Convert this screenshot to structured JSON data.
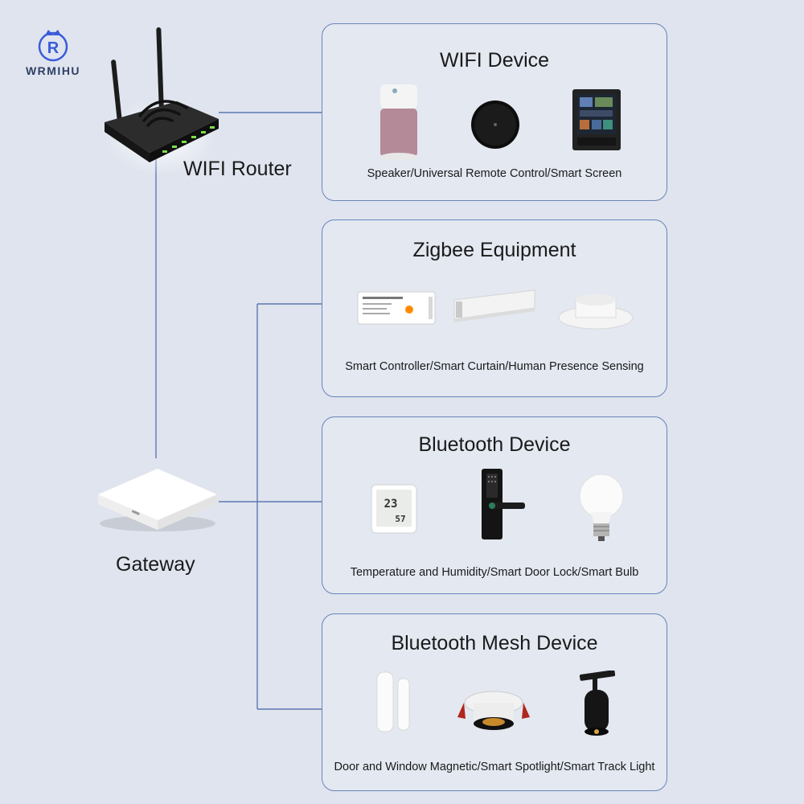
{
  "brand": {
    "name": "WRMIHU"
  },
  "nodes": {
    "router": {
      "label": "WIFI Router",
      "icon": "wifi-router-icon"
    },
    "gateway": {
      "label": "Gateway",
      "icon": "gateway-hub-icon"
    }
  },
  "panels": [
    {
      "title": "WIFI Device",
      "caption": "Speaker/Universal Remote Control/Smart Screen",
      "devices": [
        "smart-speaker-icon",
        "universal-remote-icon",
        "smart-screen-icon"
      ]
    },
    {
      "title": "Zigbee Equipment",
      "caption": "Smart Controller/Smart Curtain/Human Presence Sensing",
      "devices": [
        "led-controller-icon",
        "curtain-motor-icon",
        "presence-sensor-icon"
      ]
    },
    {
      "title": "Bluetooth Device",
      "caption": "Temperature and Humidity/Smart Door Lock/Smart Bulb",
      "devices": [
        "thermo-hygrometer-icon",
        "door-lock-icon",
        "smart-bulb-icon"
      ]
    },
    {
      "title": "Bluetooth Mesh Device",
      "caption": "Door and Window Magnetic/Smart Spotlight/Smart Track Light",
      "devices": [
        "door-window-sensor-icon",
        "spotlight-icon",
        "track-light-icon"
      ]
    }
  ],
  "colors": {
    "line": "#5d78b0",
    "panel_border": "#6b84b8",
    "background": "#dfe4ee"
  }
}
